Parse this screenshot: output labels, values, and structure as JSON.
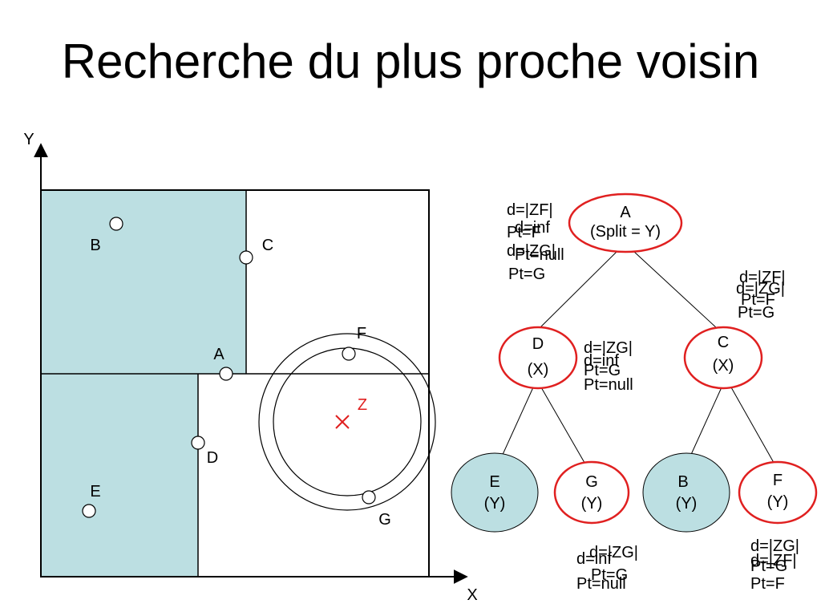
{
  "title": "Recherche du plus proche voisin",
  "colors": {
    "region_fill": "#bcdfe2",
    "node_border": "#e02020",
    "query_point": "#e02020",
    "line": "#000000"
  },
  "plot": {
    "axis_x_label": "X",
    "axis_y_label": "Y",
    "points": [
      {
        "label": "B"
      },
      {
        "label": "C"
      },
      {
        "label": "A"
      },
      {
        "label": "F"
      },
      {
        "label": "D"
      },
      {
        "label": "E"
      },
      {
        "label": "G"
      }
    ],
    "query_label": "Z"
  },
  "tree": {
    "nodes": [
      {
        "id": "A",
        "line1": "A",
        "line2": "(Split = Y)"
      },
      {
        "id": "D",
        "line1": "D",
        "line2": "(X)"
      },
      {
        "id": "C",
        "line1": "C",
        "line2": "(X)"
      },
      {
        "id": "E",
        "line1": "E",
        "line2": "(Y)"
      },
      {
        "id": "G",
        "line1": "G",
        "line2": "(Y)"
      },
      {
        "id": "B",
        "line1": "B",
        "line2": "(Y)"
      },
      {
        "id": "F",
        "line1": "F",
        "line2": "(Y)"
      }
    ],
    "annotations": [
      {
        "id": "ann-a-1",
        "line1": "d=|ZF|",
        "line2": "Pt=F"
      },
      {
        "id": "ann-a-2",
        "line1": "d=inf",
        "line2": "Pt=null"
      },
      {
        "id": "ann-a-3",
        "line1": "d=|ZG|",
        "line2": "Pt=G"
      },
      {
        "id": "ann-c-1",
        "line1": "d=|ZF|",
        "line2": "Pt=F"
      },
      {
        "id": "ann-c-2",
        "line1": "d=|ZG|",
        "line2": "Pt=G"
      },
      {
        "id": "ann-d-1",
        "line1": "d=|ZG|",
        "line2": "Pt=G"
      },
      {
        "id": "ann-d-2",
        "line1": "d=inf",
        "line2": "Pt=null"
      },
      {
        "id": "ann-g-1",
        "line1": "d=|ZG|",
        "line2": "Pt=G"
      },
      {
        "id": "ann-g-2",
        "line1": "d=inf",
        "line2": "Pt=null"
      },
      {
        "id": "ann-f-1",
        "line1": "d=|ZG|",
        "line2": "Pt=G"
      },
      {
        "id": "ann-f-2",
        "line1": "d=|ZF|",
        "line2": "Pt=F"
      }
    ]
  }
}
